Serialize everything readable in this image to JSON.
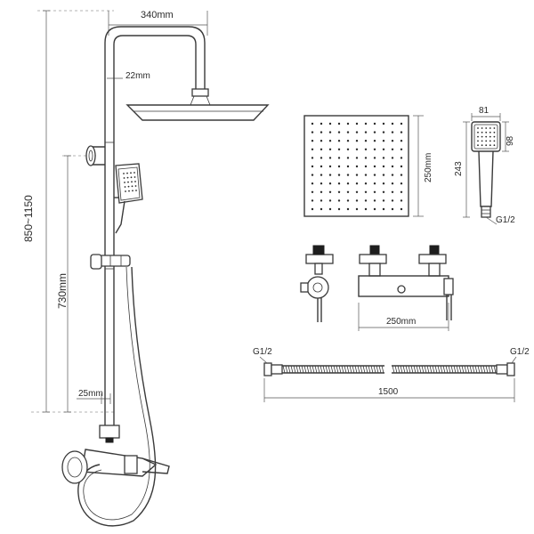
{
  "dimensions": {
    "arm_width": "340mm",
    "pipe_diameter": "22mm",
    "height_range": "850~1150",
    "slider_height": "730mm",
    "pipe_offset": "25mm",
    "overhead_size": "250mm",
    "handheld_width": "81",
    "handheld_head": "98",
    "handheld_length": "243",
    "handheld_thread": "G1/2",
    "mixer_width": "250mm",
    "hose_thread_left": "G1/2",
    "hose_thread_right": "G1/2",
    "hose_length": "1500"
  }
}
